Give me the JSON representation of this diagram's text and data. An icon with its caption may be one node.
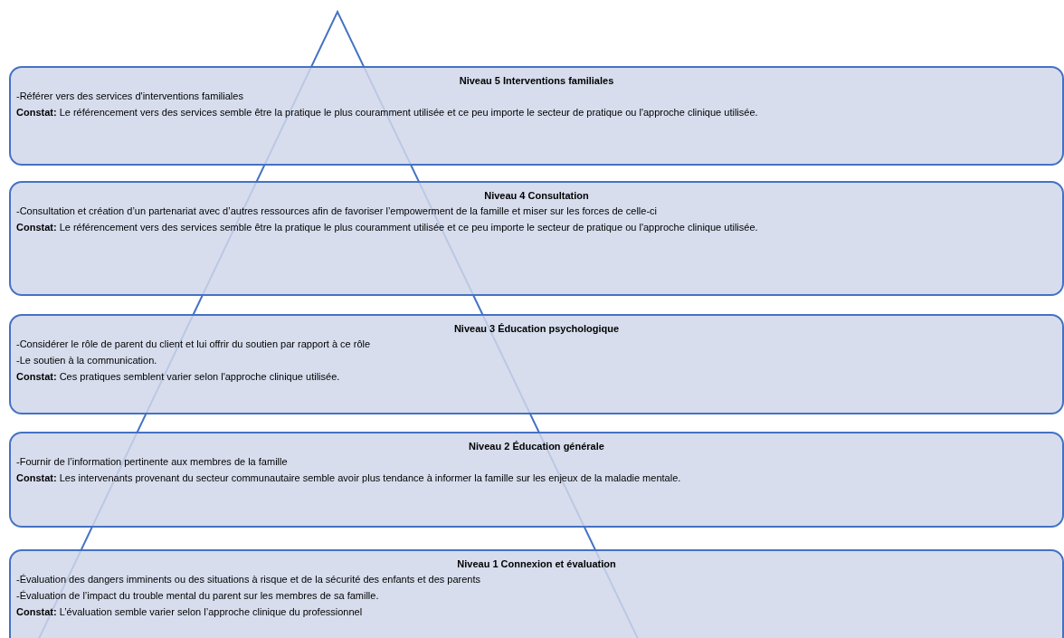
{
  "diagram": {
    "nodes": [
      {
        "text": [
          "Niveau 5 Interventions familiales",
          "-Référer vers des services d'interventions familiales",
          "**Constat:**  Le référencement vers des services semble être la pratique le plus couramment utilisée et ce peu importe le secteur de pratique ou l'approche clinique utilisée."
        ]
      },
      {
        "text": [
          "Niveau 4 Consultation",
          "-Consultation et création d’un partenariat avec d’autres ressources afin de favoriser l’empowerment de la famille et miser sur les forces de celle-ci",
          "**Constat:**  Le référencement vers des services semble être la pratique le plus couramment utilisée et ce peu importe le secteur de pratique ou l'approche clinique utilisée."
        ]
      },
      {
        "text": [
          "Niveau 3 Éducation psychologique",
          "-Considérer le rôle de parent du client et lui offrir du soutien par rapport à ce rôle",
          "-Le soutien à la communication.",
          "**Constat:** Ces pratiques semblent  varier selon l'approche clinique utilisée."
        ]
      },
      {
        "text": [
          "Niveau 2 Éducation générale",
          "-Fournir de l’information pertinente aux  membres de la famille",
          "**Constat:**  Les intervenants provenant du secteur communautaire semble avoir plus tendance à informer la famille sur les enjeux de la maladie mentale."
        ]
      },
      {
        "text": [
          "Niveau 1 Connexion et évaluation",
          "-Évaluation des dangers imminents ou des situations à risque et de la sécurité des enfants et des parents",
          "-Évaluation de l’impact du trouble mental du parent sur les membres de sa famille.",
          "**Constat:** L’évaluation semble varier selon l’approche clinique du professionnel"
        ]
      }
    ]
  }
}
